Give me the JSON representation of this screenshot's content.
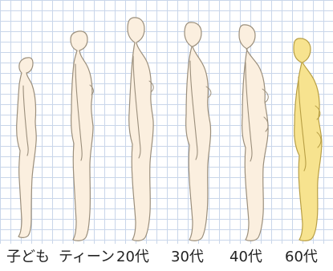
{
  "figures": [
    {
      "label": "子ども",
      "fill": "#fbefdf",
      "stroke": "#9b8f7c"
    },
    {
      "label": "ティーン",
      "fill": "#fbefdf",
      "stroke": "#9b8f7c"
    },
    {
      "label": "20代",
      "fill": "#fbefdf",
      "stroke": "#9b8f7c"
    },
    {
      "label": "30代",
      "fill": "#fbefdf",
      "stroke": "#9b8f7c"
    },
    {
      "label": "40代",
      "fill": "#fbefdf",
      "stroke": "#9b8f7c"
    },
    {
      "label": "60代",
      "fill": "#f7e38f",
      "stroke": "#b89f45"
    }
  ],
  "colors": {
    "grid": "#c9d6ea",
    "background": "#ffffff",
    "text": "#222222"
  }
}
